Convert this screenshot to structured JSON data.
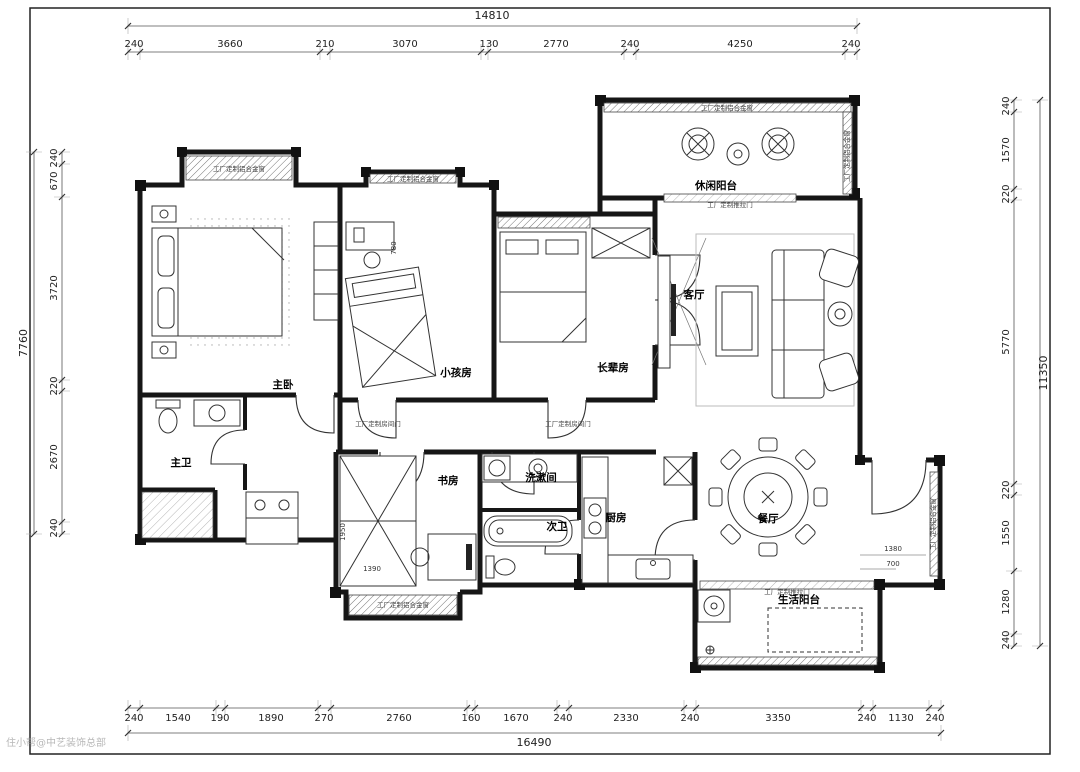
{
  "dims": {
    "top_total": "14810",
    "top_chain": [
      "240",
      "3660",
      "210",
      "3070",
      "130",
      "2770",
      "240",
      "4250",
      "240"
    ],
    "bottom_total": "16490",
    "bottom_chain": [
      "240",
      "1540",
      "190",
      "1890",
      "270",
      "2760",
      "160",
      "1670",
      "240",
      "2330",
      "240",
      "3350",
      "240",
      "1130",
      "240"
    ],
    "left_total": "7760",
    "left_chain": [
      "240",
      "670",
      "3720",
      "220",
      "2670",
      "240"
    ],
    "right_total": "11350",
    "right_chain": [
      "240",
      "1570",
      "220",
      "5770",
      "220",
      "1550",
      "1280",
      "240"
    ]
  },
  "rooms": {
    "leisure_balcony": "休闲阳台",
    "living": "客厅",
    "master": "主卧",
    "kids": "小孩房",
    "elder": "长辈房",
    "master_bath": "主卫",
    "study": "书房",
    "wash": "洗漱间",
    "second_bath": "次卫",
    "kitchen": "厨房",
    "dining": "餐厅",
    "life_balcony": "生活阳台"
  },
  "annotations": {
    "window": "工厂定制铝合金窗",
    "sliding_door": "工厂定制推拉门",
    "room_door": "工厂定制房间门",
    "d780": "780",
    "d1950": "1950",
    "d1390": "1390",
    "d1380": "1380",
    "d700": "700"
  },
  "watermark": "住小帮@中艺装饰总部"
}
